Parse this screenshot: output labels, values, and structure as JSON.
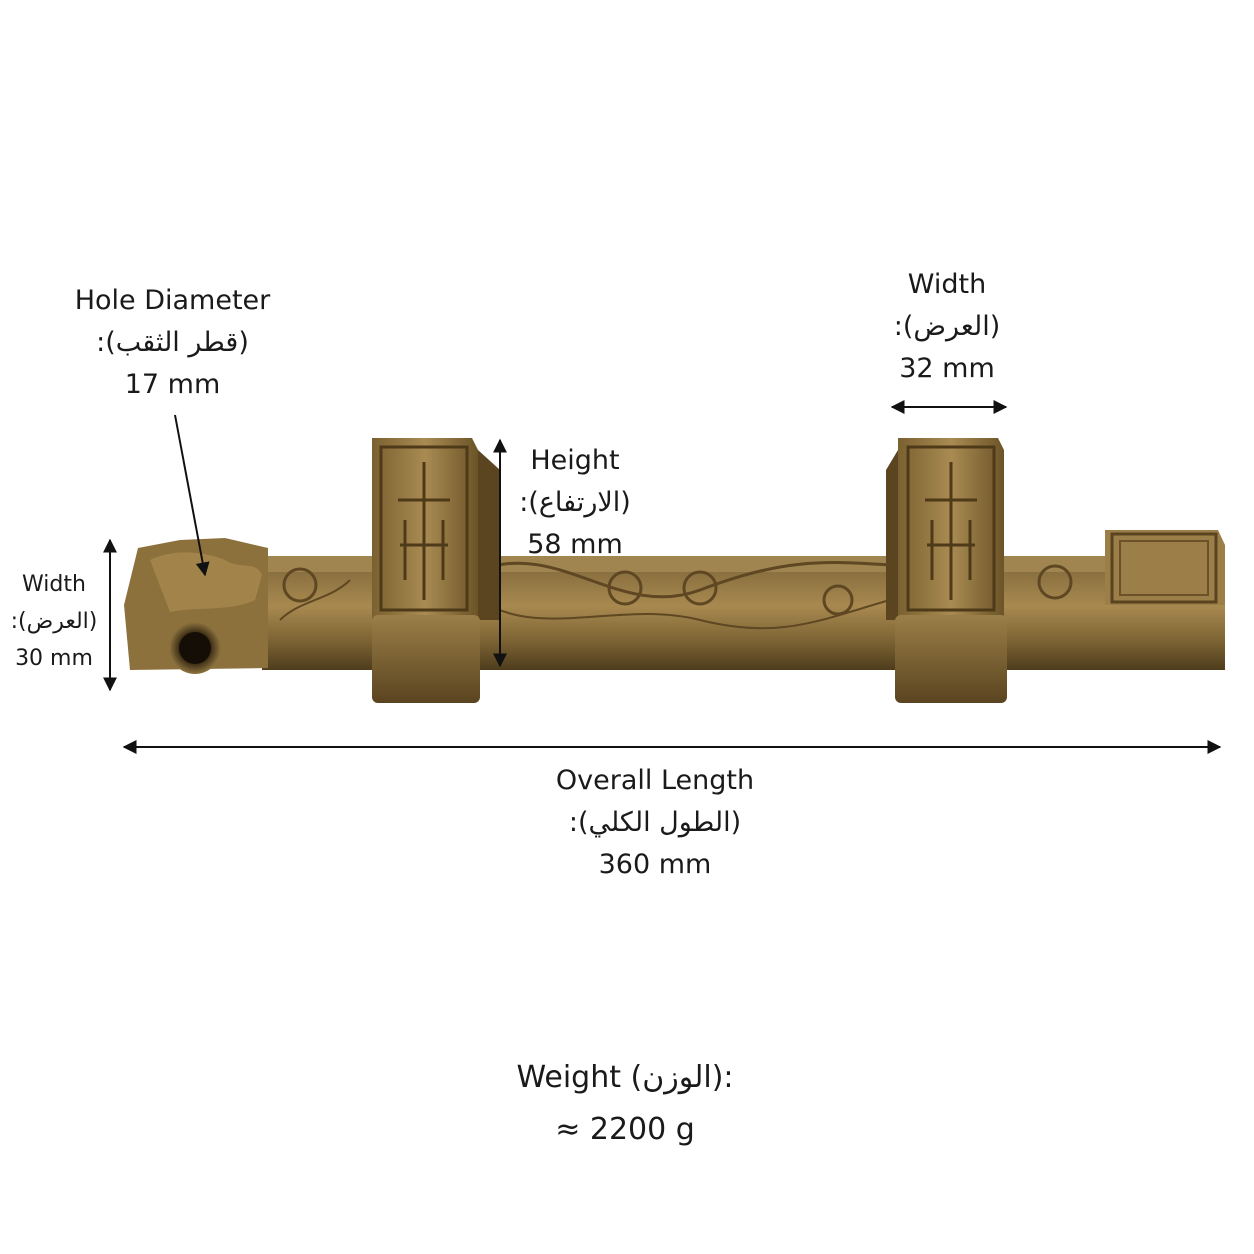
{
  "colors": {
    "background": "#ffffff",
    "arrow": "#111111",
    "bronze_light": "#b89a5e",
    "bronze_mid": "#8e733f",
    "bronze_dark": "#4e3c1c"
  },
  "product": {
    "image": "bronze-door-handle-photo"
  },
  "labels": {
    "hole_diameter": {
      "title": "Hole Diameter",
      "arabic": "(قطر الثقب):",
      "value": "17 mm"
    },
    "post_width": {
      "title": "Width",
      "arabic": "(العرض):",
      "value": "32 mm"
    },
    "height": {
      "title": "Height",
      "arabic": "(الارتفاع):",
      "value": "58 mm"
    },
    "end_width": {
      "title": "Width",
      "arabic": "(العرض):",
      "value": "30 mm"
    },
    "overall_length": {
      "title": "Overall Length",
      "arabic": "(الطول الكلي):",
      "value": "360 mm"
    },
    "weight": {
      "title": "Weight (الوزن):",
      "value": "≈ 2200 g"
    }
  }
}
